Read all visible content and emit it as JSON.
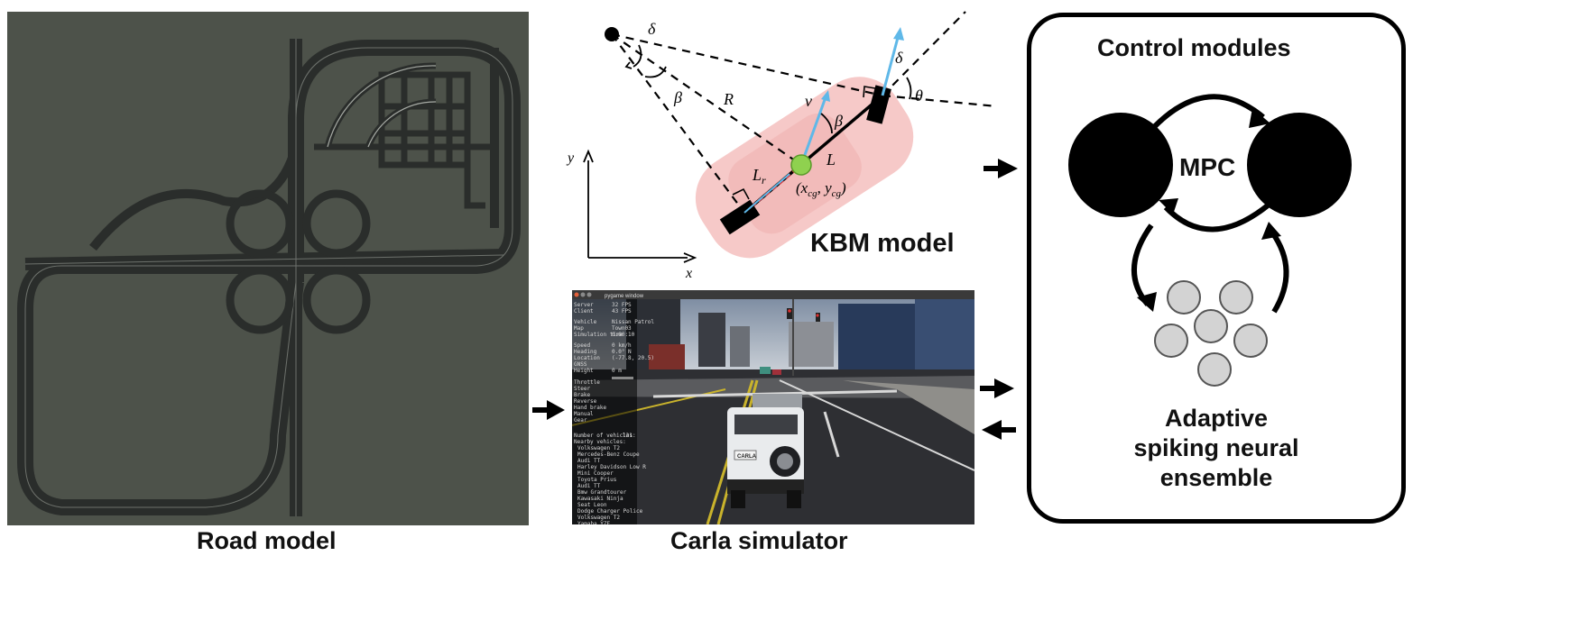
{
  "panels": {
    "road_model": {
      "caption": "Road model"
    },
    "carla": {
      "caption": "Carla simulator",
      "window_title": "pygame window",
      "hud_top": [
        "Server",
        "Client",
        "Vehicle",
        "Map",
        "Simulation time",
        "Speed",
        "Heading",
        "Location",
        "GNSS",
        "Height"
      ],
      "hud_values": [
        "32 FPS",
        "43 FPS",
        "Nissan Patrol",
        "Town03",
        "0:00:10",
        "0 km/h",
        "0.0° N",
        "(-77.8, 20.5)",
        "",
        "0 m"
      ],
      "hud_controls": [
        "Throttle",
        "Steer",
        "Brake",
        "Reverse",
        "Hand brake",
        "Manual",
        "Gear"
      ],
      "hud_vehicles_title": "Number of vehicles:",
      "hud_vehicles_count": "131",
      "hud_nearby_title": "Nearby vehicles:",
      "hud_nearby": [
        "Volkswagen T2",
        "Mercedes-Benz Coupe",
        "Audi TT",
        "Harley Davidson Low R",
        "Mini Cooper",
        "Toyota Prius",
        "Audi TT",
        "Bmw Grandtourer",
        "Kawasaki Ninja",
        "Seat Leon",
        "Dodge Charger Police",
        "Volkswagen T2",
        "Yamaha YZF"
      ],
      "plate": "CARLA"
    },
    "kbm": {
      "caption": "KBM model",
      "symbols": {
        "delta_top": "δ",
        "beta_top": "β",
        "R": "R",
        "v": "v",
        "beta_car": "β",
        "delta_front": "δ",
        "theta": "θ",
        "L": "L",
        "Lr": "L",
        "Lr_sub": "r",
        "cg": "(x",
        "cg_sub1": "cg",
        "cg_mid": ", y",
        "cg_sub2": "cg",
        "cg_end": ")",
        "axis_y": "y",
        "axis_x": "x"
      }
    },
    "control": {
      "title": "Control modules",
      "mpc_label": "MPC",
      "snn_label_lines": [
        "Adaptive",
        "spiking neural",
        "ensemble"
      ]
    }
  },
  "colors": {
    "road_bg": "#4d524a",
    "road_track": "#2a2d2b",
    "car_body": "#f6c9c8",
    "cg_point": "#8fd14f",
    "velocity_arrow": "#5fb8e8",
    "lr_dash": "#e0343a",
    "neuron_fill": "#d3d3d3"
  }
}
